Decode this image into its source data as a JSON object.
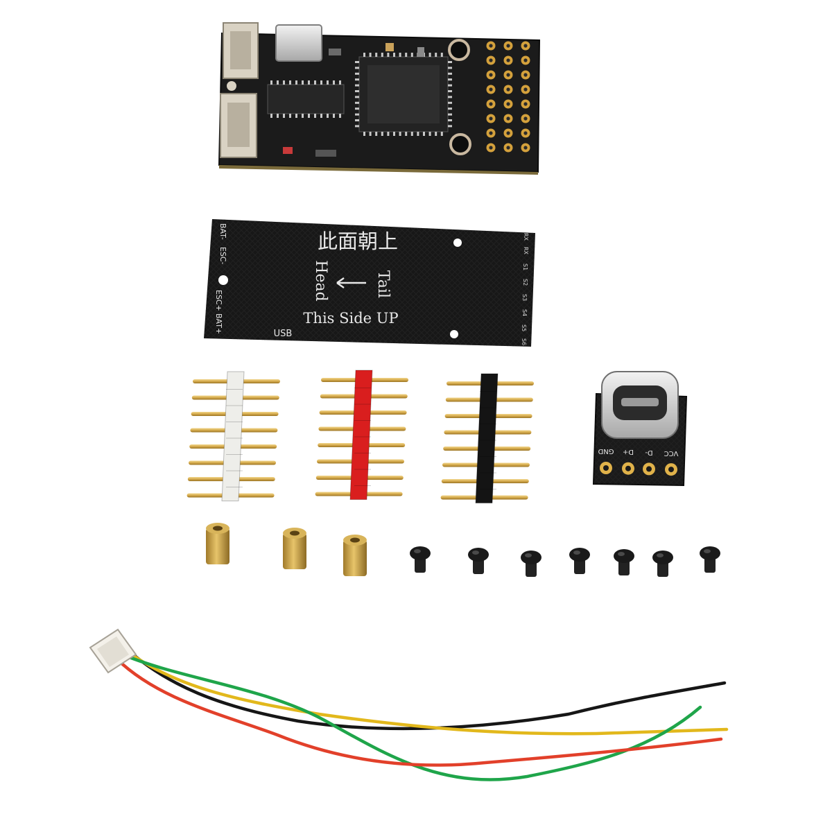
{
  "cover_plate": {
    "chinese_heading": "此面朝上",
    "head_label": "Head",
    "tail_label": "Tail",
    "side_up_label": "This Side UP",
    "usb_label": "USB",
    "left_pads": [
      "BAT-",
      "ESC-",
      "ESC+",
      "BAT+"
    ],
    "right_pads": [
      "RX",
      "RX",
      "S1",
      "S2",
      "S3",
      "S4",
      "S5",
      "S6"
    ]
  },
  "usb_c_breakout": {
    "pin_labels": [
      "GND",
      "D+",
      "D-",
      "VCC"
    ]
  },
  "pin_headers": [
    {
      "housing_color": "#eeeeea"
    },
    {
      "housing_color": "#d91e1e"
    },
    {
      "housing_color": "#141414"
    }
  ],
  "cable_wire_colors": [
    "#161616",
    "#e2b81c",
    "#1fa54a",
    "#e2402a"
  ]
}
